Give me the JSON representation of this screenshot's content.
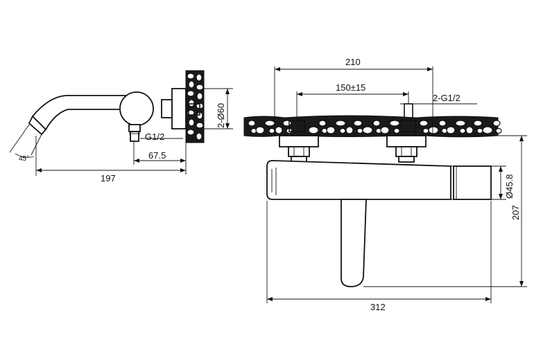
{
  "side_view": {
    "overall_width": "197",
    "pipe_offset": "67.5",
    "inlet_thread": "G1/2",
    "flange_dia": "2-Ø60",
    "spout_angle": "45°"
  },
  "front_view": {
    "overall_width": "210",
    "inlet_spacing": "150±15",
    "inlet_thread": "2-G1/2",
    "body_dia": "Ø45.8",
    "height": "207",
    "spout_length": "312"
  }
}
